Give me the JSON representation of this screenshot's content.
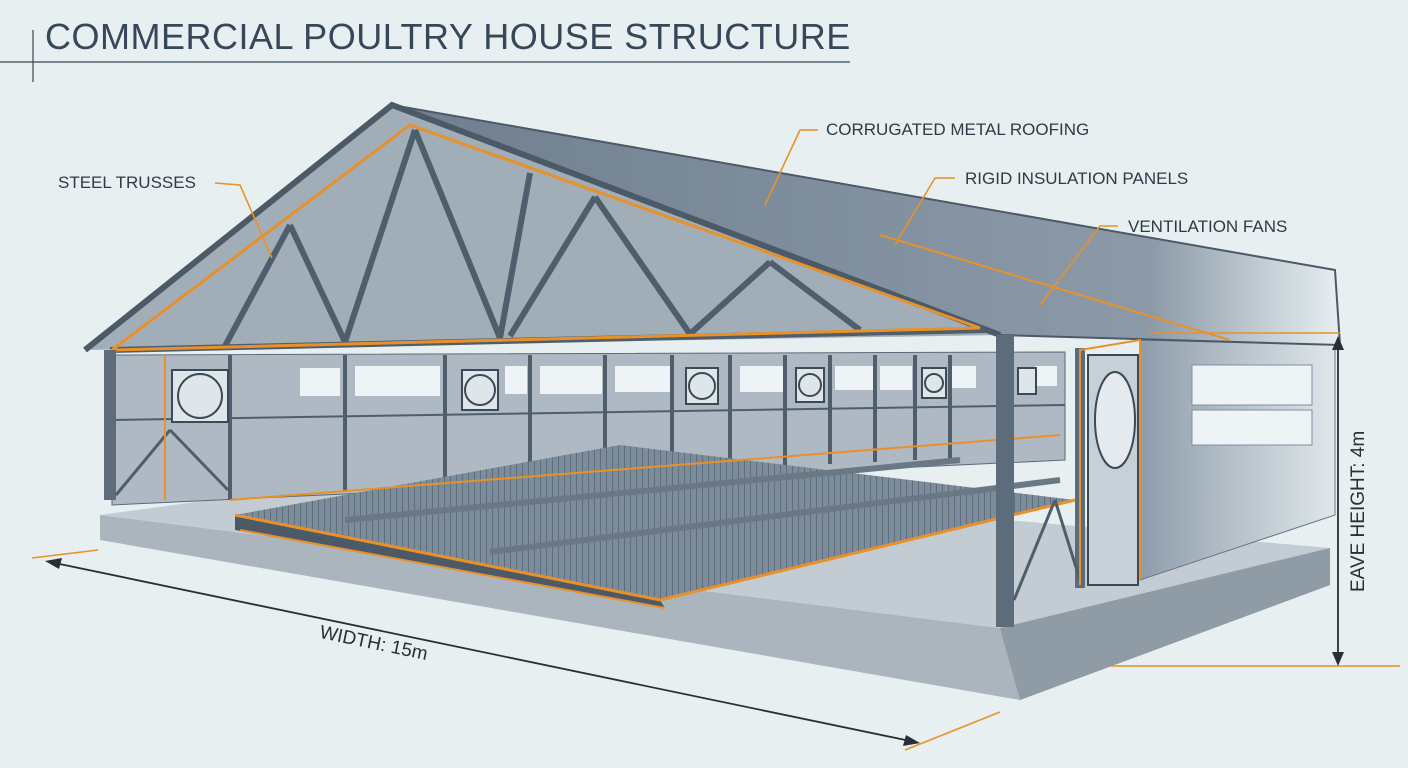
{
  "title": "COMMERCIAL POULTRY HOUSE STRUCTURE",
  "labels": {
    "steel_trusses": "STEEL TRUSSES",
    "roofing": "CORRUGATED METAL ROOFING",
    "insulation": "RIGID INSULATION PANELS",
    "fans": "VENTILATION FANS"
  },
  "dimensions": {
    "width": "WIDTH: 15m",
    "eave_height": "EAVE HEIGHT: 4m"
  },
  "colors": {
    "accent": "#e8912a",
    "steel": "#5a6a7a",
    "background": "#e7eff1"
  }
}
